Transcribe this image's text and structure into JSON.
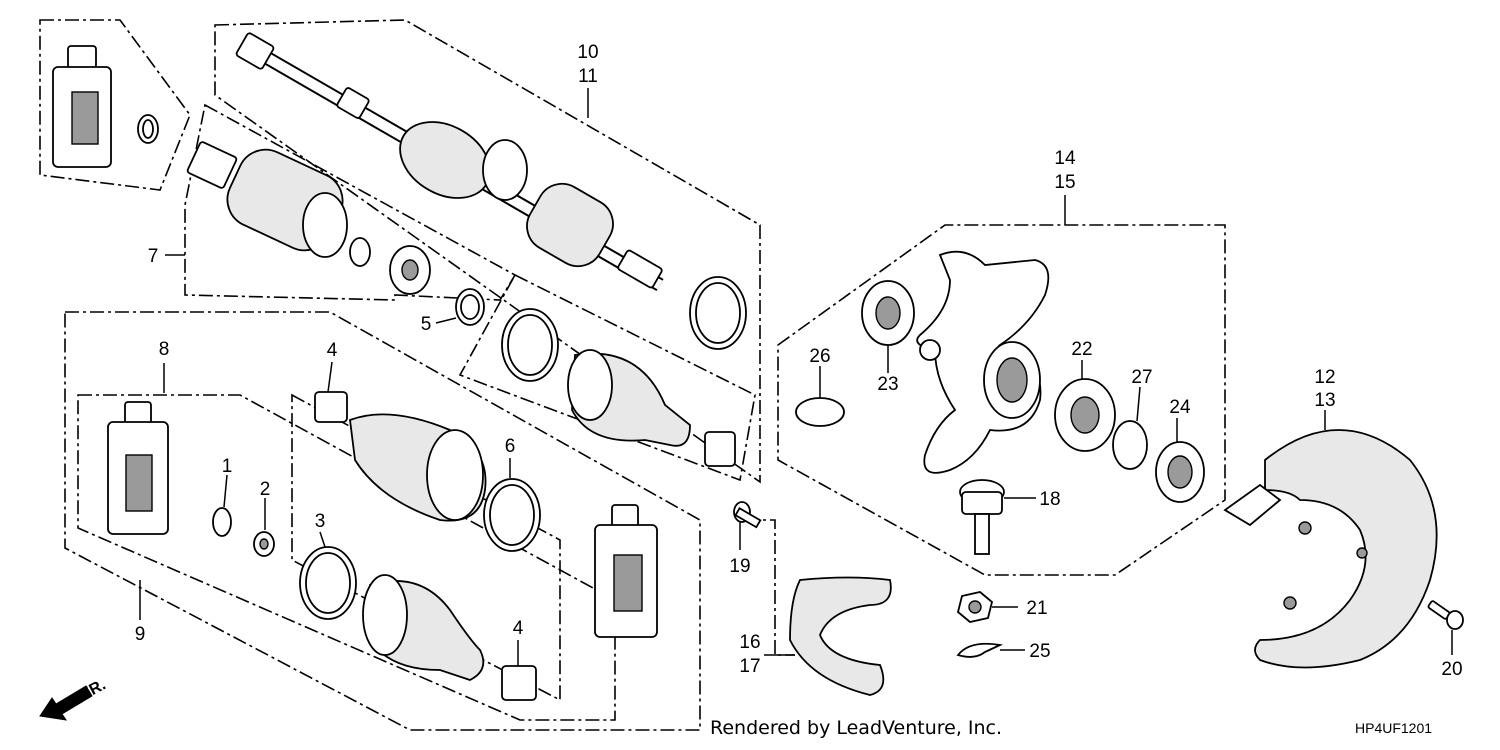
{
  "callouts": [
    {
      "id": "c10",
      "text": "10"
    },
    {
      "id": "c11",
      "text": "11"
    },
    {
      "id": "c7",
      "text": "7"
    },
    {
      "id": "c5",
      "text": "5"
    },
    {
      "id": "c8",
      "text": "8"
    },
    {
      "id": "c4a",
      "text": "4"
    },
    {
      "id": "c6",
      "text": "6"
    },
    {
      "id": "c1",
      "text": "1"
    },
    {
      "id": "c2",
      "text": "2"
    },
    {
      "id": "c3",
      "text": "3"
    },
    {
      "id": "c9",
      "text": "9"
    },
    {
      "id": "c4b",
      "text": "4"
    },
    {
      "id": "c14",
      "text": "14"
    },
    {
      "id": "c15",
      "text": "15"
    },
    {
      "id": "c26",
      "text": "26"
    },
    {
      "id": "c23",
      "text": "23"
    },
    {
      "id": "c22",
      "text": "22"
    },
    {
      "id": "c27",
      "text": "27"
    },
    {
      "id": "c24",
      "text": "24"
    },
    {
      "id": "c18",
      "text": "18"
    },
    {
      "id": "c19",
      "text": "19"
    },
    {
      "id": "c16",
      "text": "16"
    },
    {
      "id": "c17",
      "text": "17"
    },
    {
      "id": "c21",
      "text": "21"
    },
    {
      "id": "c25",
      "text": "25"
    },
    {
      "id": "c12",
      "text": "12"
    },
    {
      "id": "c13",
      "text": "13"
    },
    {
      "id": "c20",
      "text": "20"
    }
  ],
  "direction_label": "FR.",
  "footer": {
    "credit": "Rendered by LeadVenture, Inc.",
    "diagram_code": "HP4UF1201"
  }
}
